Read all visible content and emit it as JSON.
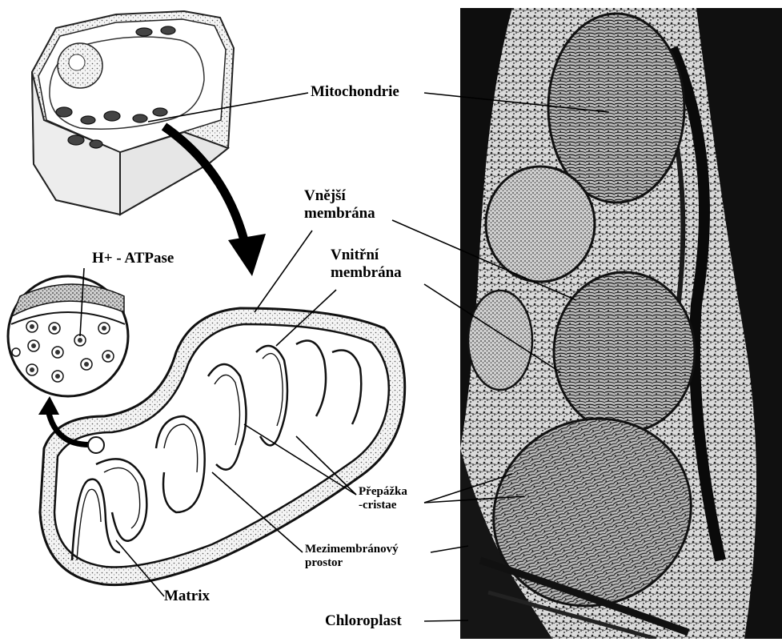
{
  "labels": {
    "mitochondrie": "Mitochondrie",
    "vnejsi": [
      "Vnější",
      "membrána"
    ],
    "vnitrni": [
      "Vnitřní",
      "membrána"
    ],
    "atpase": "H+ - ATPase",
    "prepazka": [
      "Přepážka",
      "-cristae"
    ],
    "mezimembranovy": [
      "Mezimembránový",
      "prostor"
    ],
    "matrix": "Matrix",
    "chloroplast": "Chloroplast"
  }
}
